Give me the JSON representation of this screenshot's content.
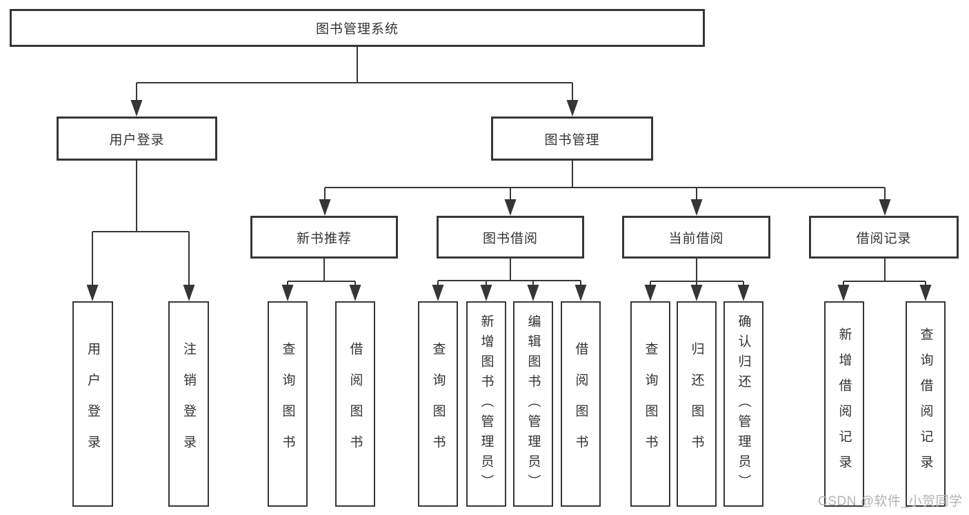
{
  "tree": {
    "root": {
      "label": "图书管理系统",
      "children": [
        {
          "label": "用户登录",
          "children": [
            {
              "label": "用户登录"
            },
            {
              "label": "注销登录"
            }
          ]
        },
        {
          "label": "图书管理",
          "children": [
            {
              "label": "新书推荐",
              "children": [
                {
                  "label": "查询图书"
                },
                {
                  "label": "借阅图书"
                }
              ]
            },
            {
              "label": "图书借阅",
              "children": [
                {
                  "label": "查询图书"
                },
                {
                  "label": "新增图书（管理员）"
                },
                {
                  "label": "编辑图书（管理员）"
                },
                {
                  "label": "借阅图书"
                }
              ]
            },
            {
              "label": "当前借阅",
              "children": [
                {
                  "label": "查询图书"
                },
                {
                  "label": "归还图书"
                },
                {
                  "label": "确认归还（管理员）"
                }
              ]
            },
            {
              "label": "借阅记录",
              "children": [
                {
                  "label": "新增借阅记录"
                },
                {
                  "label": "查询借阅记录"
                }
              ]
            }
          ]
        }
      ]
    }
  },
  "watermark": {
    "text": "CSDN @软件_小贺同学"
  },
  "colors": {
    "line": "#363636",
    "box_border": "#363636",
    "text": "#333333",
    "watermark": "#b3b3b3",
    "background": "#ffffff"
  }
}
